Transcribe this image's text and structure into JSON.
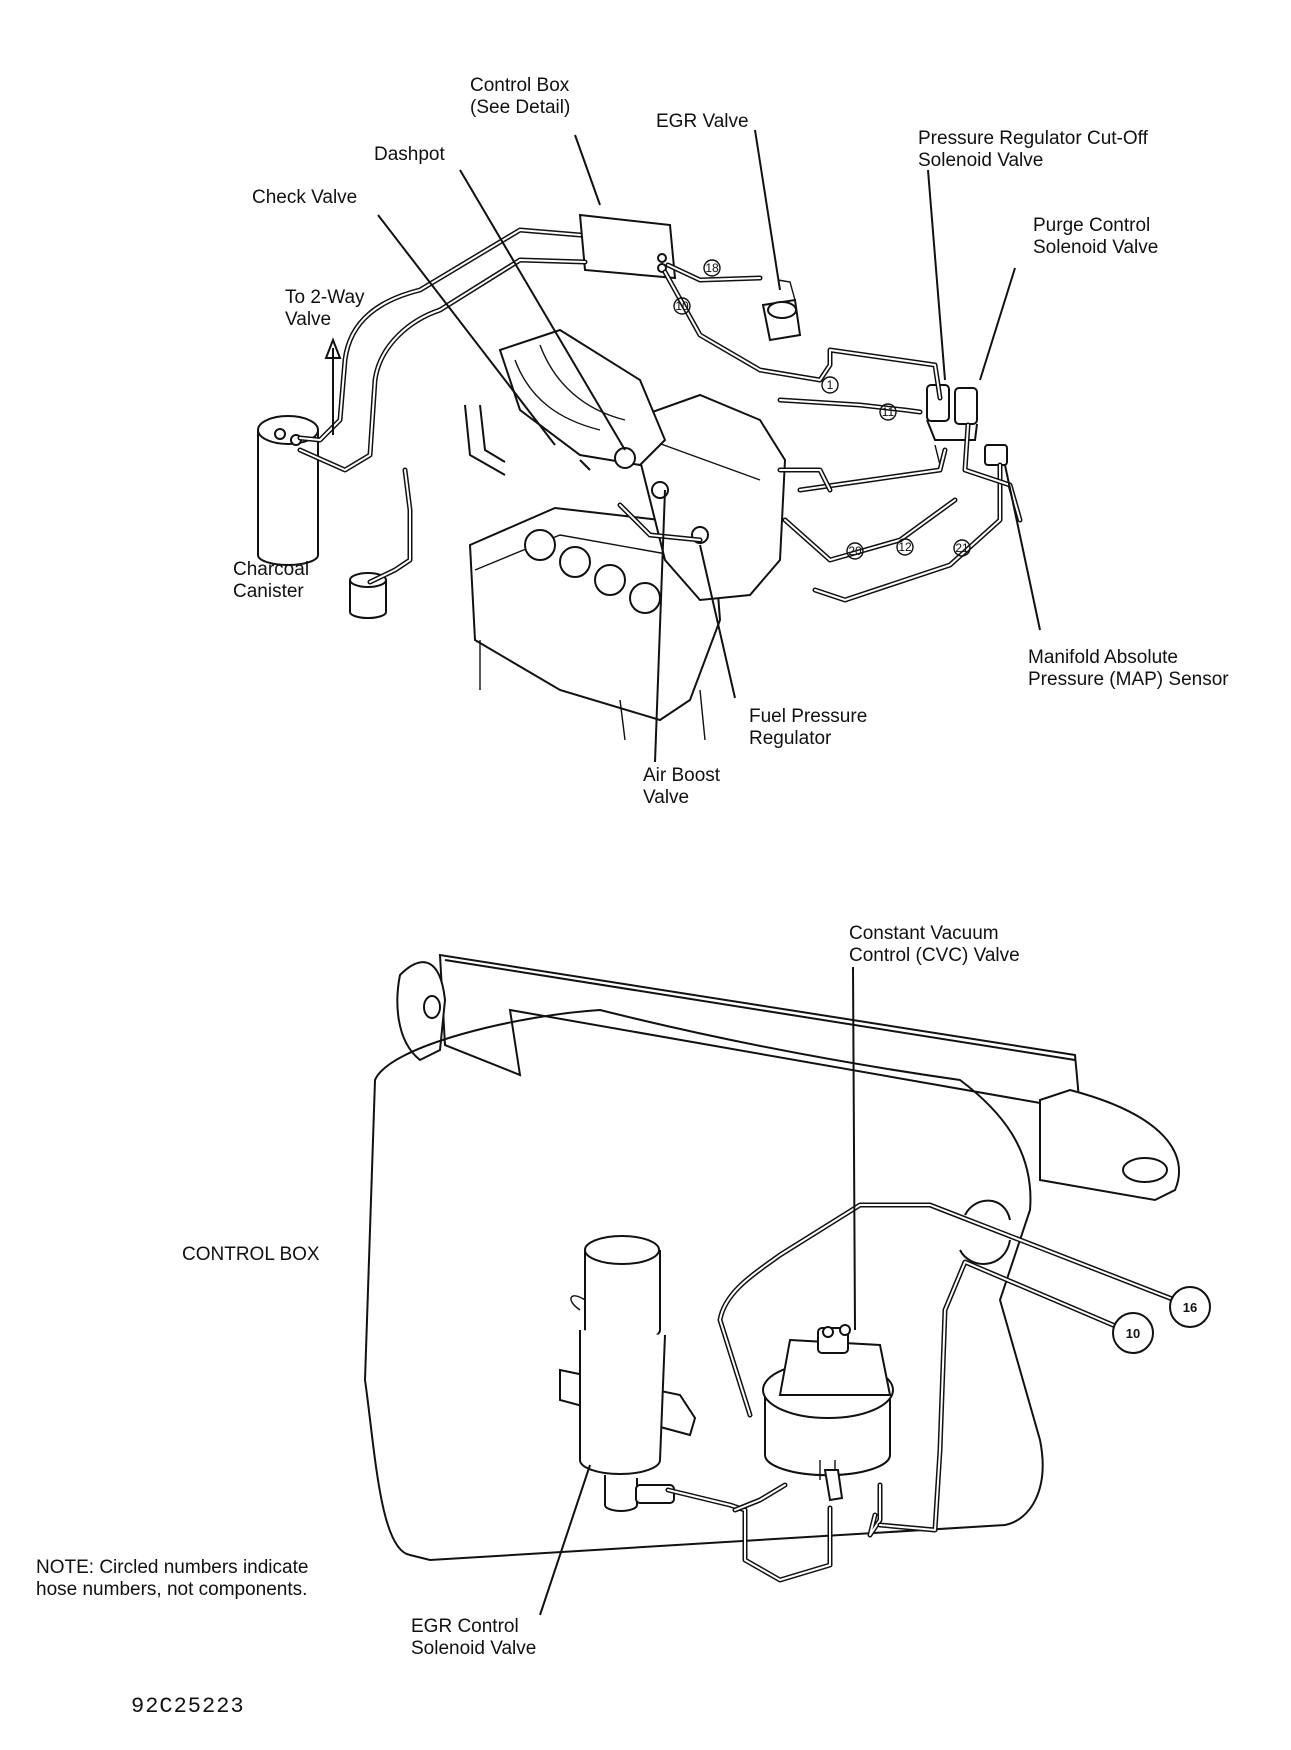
{
  "labels": {
    "control_box": [
      "Control Box",
      "(See Detail)"
    ],
    "egr_valve": [
      "EGR Valve"
    ],
    "dashpot": [
      "Dashpot"
    ],
    "check_valve": [
      "Check Valve"
    ],
    "to_2way": [
      "To 2-Way",
      "Valve"
    ],
    "charcoal": [
      "Charcoal",
      "Canister"
    ],
    "prc_solenoid": [
      "Pressure Regulator Cut-Off",
      "Solenoid Valve"
    ],
    "purge": [
      "Purge Control",
      "Solenoid Valve"
    ],
    "map": [
      "Manifold Absolute",
      "Pressure (MAP) Sensor"
    ],
    "fuel_reg": [
      "Fuel Pressure",
      "Regulator"
    ],
    "air_boost": [
      "Air Boost",
      "Valve"
    ],
    "cvc": [
      "Constant Vacuum",
      "Control (CVC) Valve"
    ],
    "control_box_detail": [
      "CONTROL BOX"
    ],
    "egr_control": [
      "EGR Control",
      "Solenoid Valve"
    ],
    "note": [
      "NOTE: Circled numbers indicate",
      "hose numbers, not components."
    ],
    "figure_id": [
      "92C25223"
    ]
  },
  "hose_numbers_top": [
    "18",
    "10",
    "1",
    "11",
    "20",
    "12",
    "21"
  ],
  "hose_numbers_detail": [
    "16",
    "10"
  ]
}
